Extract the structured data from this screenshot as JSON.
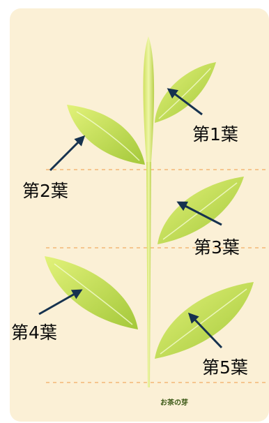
{
  "colors": {
    "background": "#fbf0d6",
    "leaf_light": "#e2f27a",
    "leaf_dark": "#a4c83a",
    "stem": "#cfe05c",
    "dashed_line": "#f5c58e",
    "arrow": "#16324f"
  },
  "labels": {
    "leaf1": "第1葉",
    "leaf2": "第2葉",
    "leaf3": "第3葉",
    "leaf4": "第4葉",
    "leaf5": "第5葉"
  },
  "caption": "お茶の芽"
}
